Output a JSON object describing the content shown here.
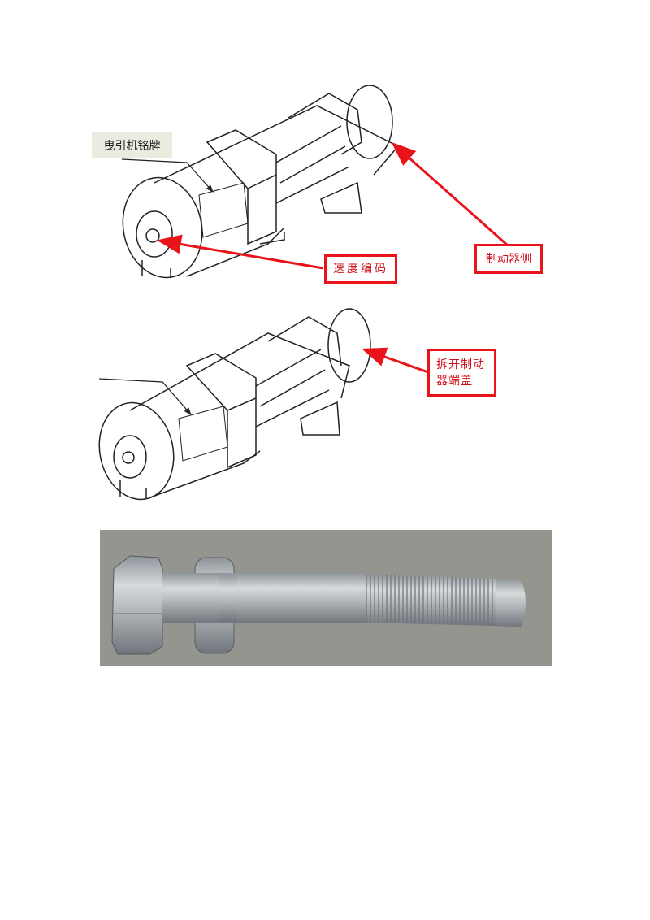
{
  "figure1": {
    "nameplate_label": "曳引机铭牌",
    "encoder_label": "速度编码",
    "brake_side_label": "制动器侧"
  },
  "figure2": {
    "brake_cover_label": "拆开制动器端盖"
  },
  "figure3": {
    "subject": "bolt-photo"
  },
  "colors": {
    "annotation": "#e8141a",
    "plate_bg": "#ecebdf"
  }
}
